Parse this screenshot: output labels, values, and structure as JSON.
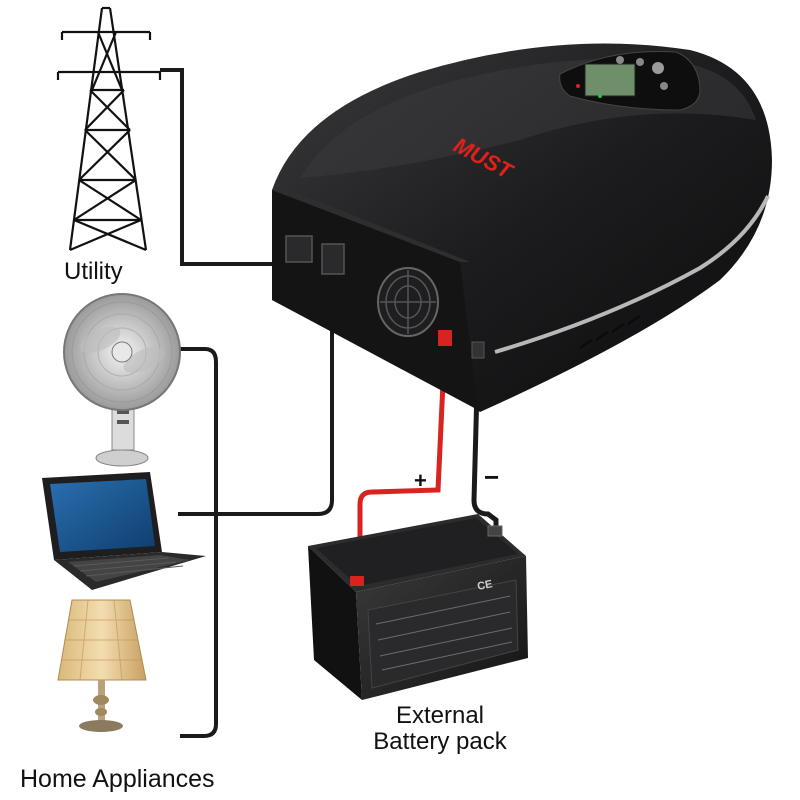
{
  "labels": {
    "utility": "Utility",
    "home_appliances": "Home Appliances",
    "battery_line1": "External",
    "battery_line2": "Battery pack",
    "plus": "+",
    "minus": "−"
  },
  "brand": {
    "text": "MUST",
    "color": "#e0201b"
  },
  "battery_print": {
    "ce": "CE"
  },
  "colors": {
    "inverter_body": "#1c1c1e",
    "positive_cable": "#d8231f",
    "negative_cable": "#1a1a1a",
    "wire": "#1a1a1a",
    "lcd": "#6f8f6a",
    "lamp_shade": "#e8cfa0"
  },
  "icons": [
    "transmission-tower-icon",
    "fan-icon",
    "laptop-icon",
    "lamp-icon",
    "battery-icon",
    "inverter-icon"
  ]
}
